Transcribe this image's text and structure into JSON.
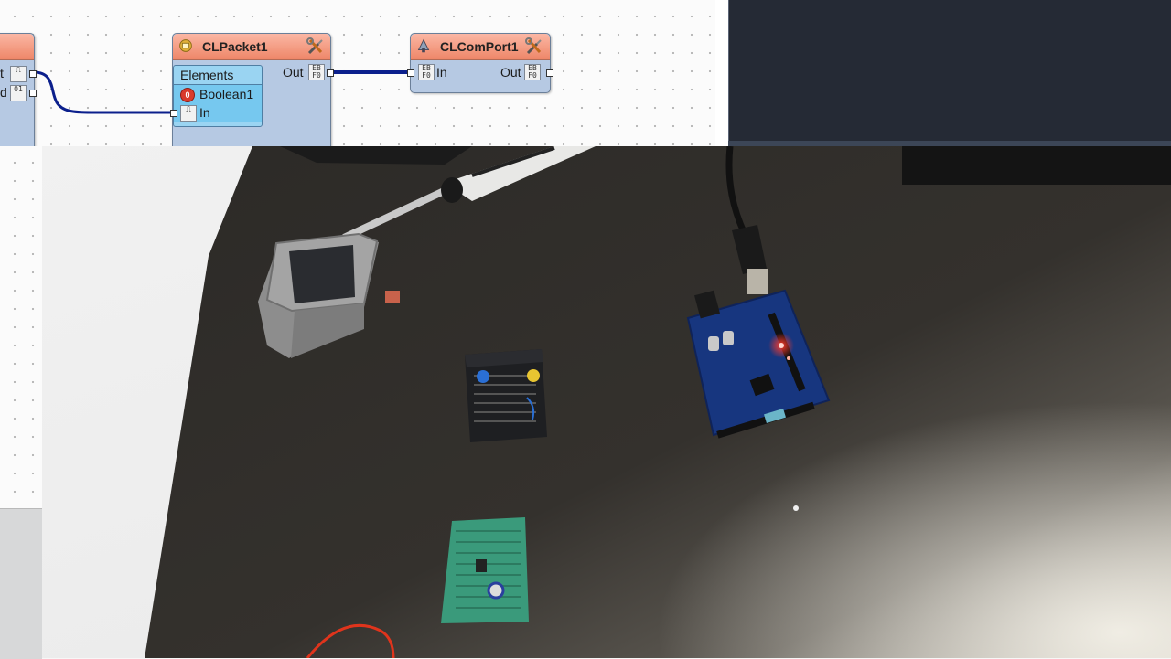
{
  "components": {
    "left_partial": {
      "pin_labels": [
        "t",
        "d"
      ]
    },
    "clpacket": {
      "title": "CLPacket1",
      "out_label": "Out",
      "elements_label": "Elements",
      "element_item": "Boolean1",
      "element_in_label": "In"
    },
    "clcomport": {
      "title": "CLComPort1",
      "in_label": "In",
      "out_label": "Out"
    }
  },
  "colors": {
    "component_header": "#ee8668",
    "component_body": "#b6c9e3",
    "wire": "#0b1f8c",
    "elements_panel": "#9ad4f2",
    "dark_panel": "#252a35"
  },
  "icons": [
    "tools-icon",
    "packet-icon",
    "comport-icon",
    "boolean-icon",
    "digital-pin-icon",
    "binary-pin-icon"
  ]
}
